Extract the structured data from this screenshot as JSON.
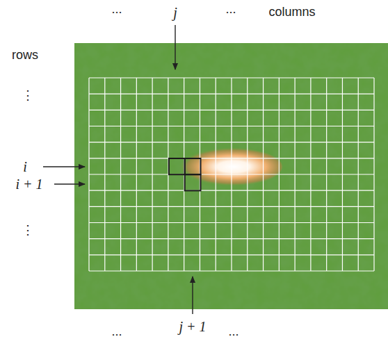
{
  "diagram": {
    "labels": [
      "...",
      "j",
      "...",
      "columns",
      "rows",
      "⋮",
      "i",
      "i + 1",
      "⋮",
      "...",
      "j + 1",
      "..."
    ]
  }
}
